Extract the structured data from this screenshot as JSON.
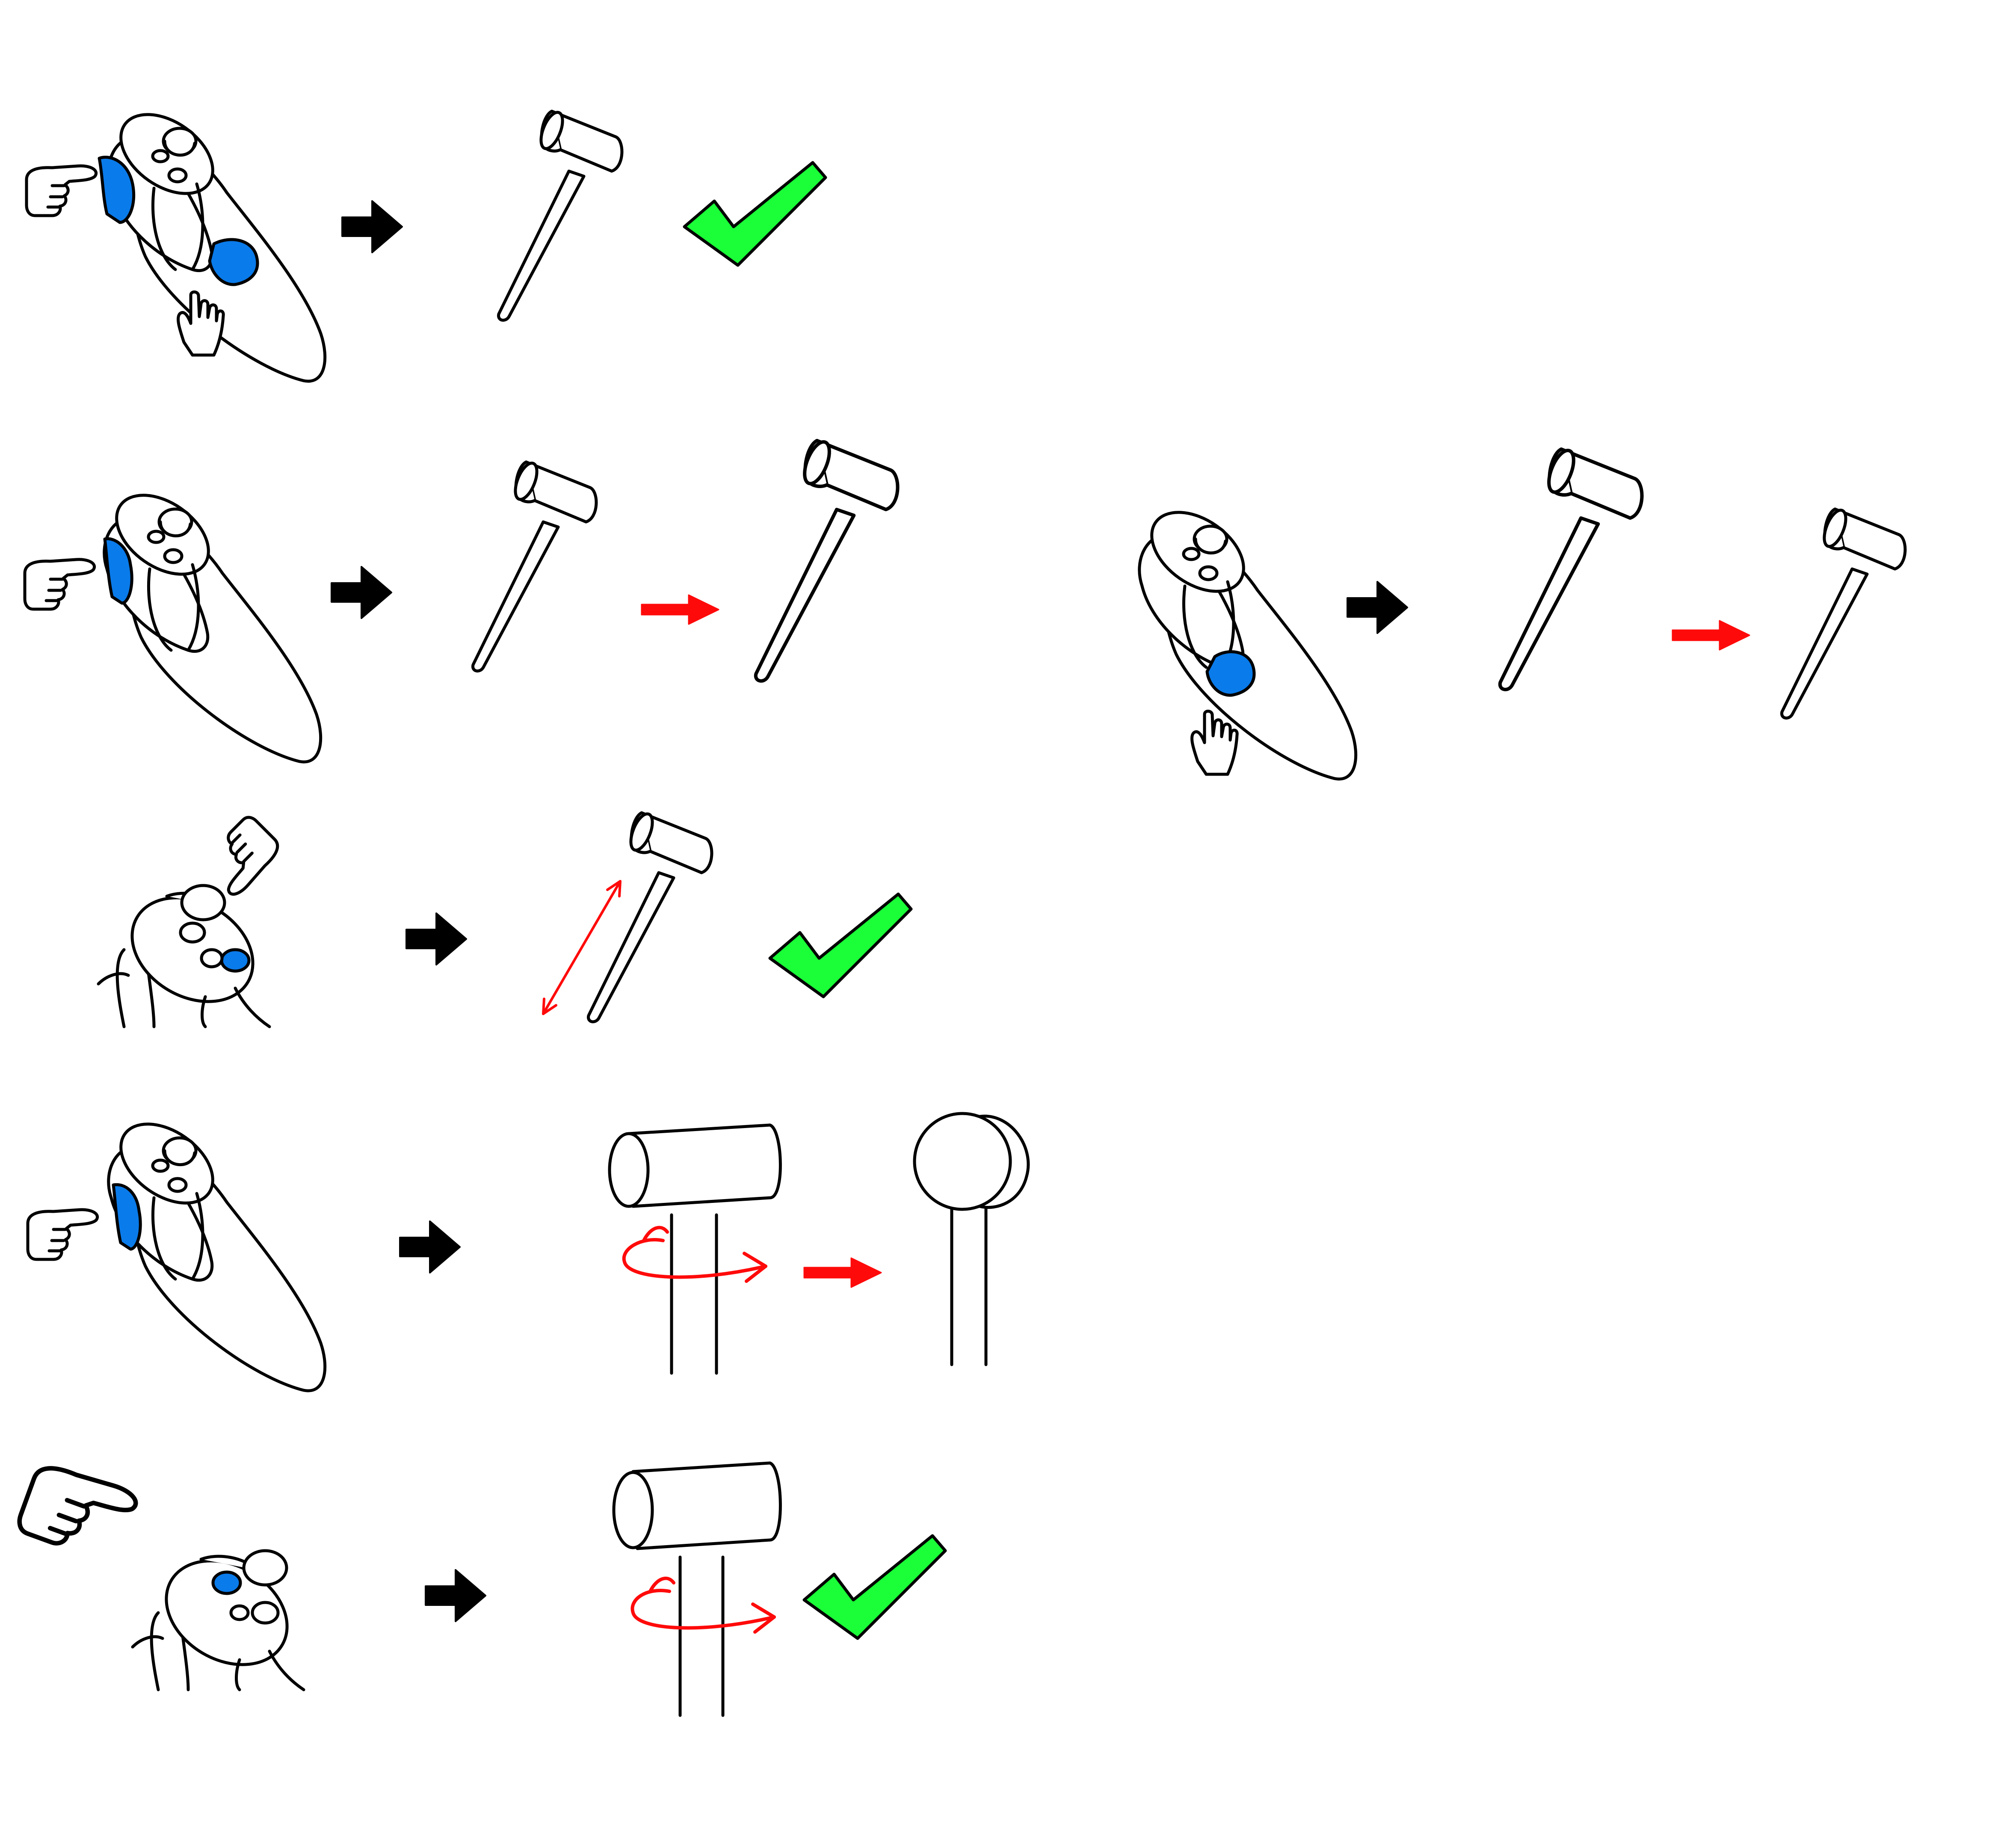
{
  "colors": {
    "outline": "#000000",
    "fill": "#ffffff",
    "button_highlight": "#0a7bea",
    "check": "#1aff38",
    "red_arrow": "#ff0a0a",
    "black_arrow": "#000000"
  },
  "rows": [
    {
      "id": "row-1",
      "description": "",
      "controller_view": "side",
      "pressed_buttons": [
        "grip",
        "trigger"
      ],
      "hands": [
        "index-point",
        "thumb-press"
      ],
      "result": "hammer-grabbed",
      "outcome_icon": "checkmark-icon"
    },
    {
      "id": "row-2a",
      "controller_view": "side",
      "pressed_buttons": [
        "grip"
      ],
      "hands": [
        "index-point"
      ],
      "result": "hammer-grows",
      "transition_icon": "red-arrow-icon"
    },
    {
      "id": "row-2b",
      "controller_view": "side",
      "pressed_buttons": [
        "trigger"
      ],
      "hands": [
        "thumb-press"
      ],
      "result": "hammer-shrinks",
      "transition_icon": "red-arrow-icon"
    },
    {
      "id": "row-3",
      "controller_view": "top",
      "pressed_buttons": [
        "face-button-lower"
      ],
      "hands": [
        "thumb-press"
      ],
      "result": "hammer-extend-retract",
      "outcome_icon": "checkmark-icon"
    },
    {
      "id": "row-4",
      "controller_view": "side",
      "pressed_buttons": [
        "grip"
      ],
      "hands": [
        "index-point"
      ],
      "result": "hammer-rotate-axis",
      "transition_icon": "red-arrow-icon"
    },
    {
      "id": "row-5",
      "controller_view": "top",
      "pressed_buttons": [
        "face-button-upper"
      ],
      "hands": [
        "index-point"
      ],
      "result": "hammer-rotate-axis",
      "outcome_icon": "checkmark-icon"
    }
  ]
}
